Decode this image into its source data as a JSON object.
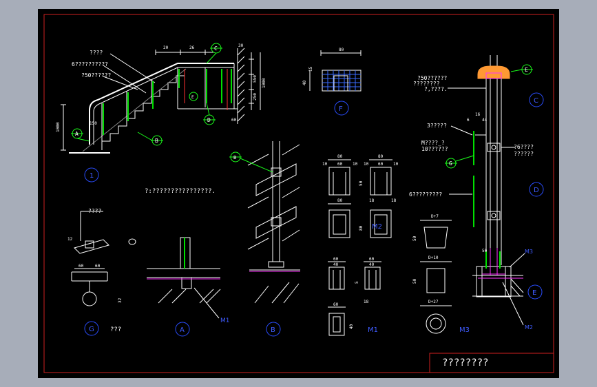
{
  "colors": {
    "background": "#a7adb9",
    "sheet": "#000000",
    "frame": "#d02020",
    "line": "#ffffff",
    "glass": "#00e000",
    "bubble": "#1aff1a",
    "detail_id": "#2a4dff",
    "hatch": "#ff33ff",
    "leader": "#00cc00"
  },
  "main_view": {
    "note_top": "????",
    "note_2": "6??????????",
    "note_3": "?50??????",
    "dim_20": "20",
    "dim_26": "26",
    "dim_30": "30",
    "dim_1000": "1000",
    "dim_150": "150",
    "dim_550": "550",
    "dim_250": "250",
    "dim_1000_right": "1000",
    "dim_60": "60",
    "tag_a": "A",
    "tag_b": "B",
    "tag_c": "C",
    "tag_d": "D",
    "tag_e": "E",
    "view_id": "1"
  },
  "center_note": "?:????????????????.",
  "detail_f": {
    "dim_80": "80",
    "dim_40": "40",
    "dim_15": "15",
    "id": "F"
  },
  "detail_cde": {
    "note_1": "?50??????",
    "note_2": "????????",
    "note_3": "?,????.",
    "note_4": "3?????",
    "note_5": "M????_?",
    "note_6": "10??????",
    "note_7": "?6????",
    "note_8": "??????",
    "note_9": "6?????????",
    "dim_6": "6",
    "dim_16": "16",
    "dim_44": "44",
    "dim_50": "50",
    "tag_e": "E",
    "tag_g": "G",
    "id_c": "C",
    "id_d": "D",
    "id_e": "E",
    "label_m3": "M3",
    "label_m2": "M2"
  },
  "detail_g": {
    "note": "????",
    "dim_60a": "60",
    "dim_60b": "60",
    "dim_12": "12",
    "dim_32": "32",
    "id": "G",
    "caption": "???"
  },
  "detail_a": {
    "label_m1": "M1",
    "id": "A"
  },
  "detail_b": {
    "tag": "B",
    "id": "B"
  },
  "plates": {
    "dim_80": "80",
    "dim_60": "60",
    "dim_10": "10",
    "dim_18": "18",
    "dim_40": "40",
    "dim_5": "5",
    "dim_50": "50",
    "label_m2": "M2",
    "label_m1": "M1",
    "label_m3": "M3",
    "dim_d7": "D+7",
    "dim_d10": "D+10",
    "dim_d27": "D+27"
  },
  "title_block": {
    "title": "????????"
  }
}
